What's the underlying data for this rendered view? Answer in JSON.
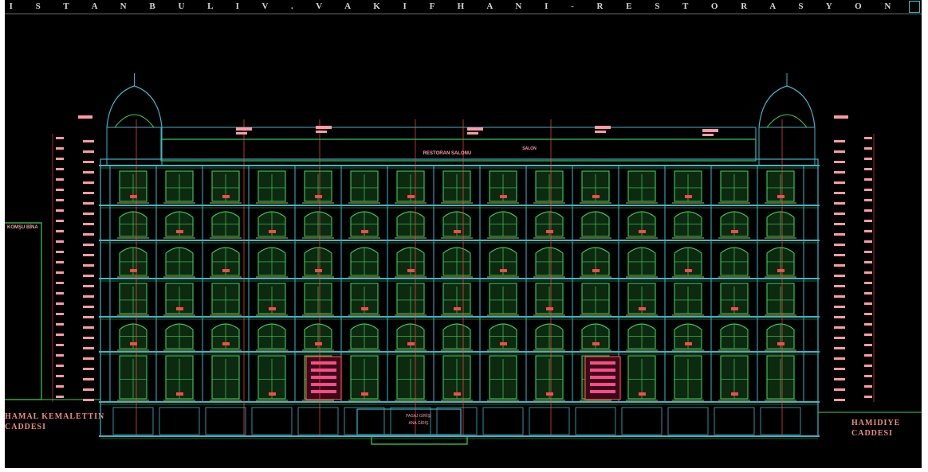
{
  "title": "I S T A N B U L   I V .   V A K I F   H A N I   -   R E S T O R A S Y O N",
  "top_label": "RESTORAN SALONU",
  "top_label_small": "SALON",
  "left_building_label": "KOMŞU BİNA",
  "street_left": [
    "HAMAL KEMALETTIN",
    "CADDESI"
  ],
  "street_right": [
    "HAMIDIYE",
    "CADDESI"
  ],
  "entrance_label": [
    "PASAJ GİRİŞİ",
    "ANA GİRİŞ"
  ],
  "colors": {
    "background": "#000000",
    "cyan": "#3fb6c8",
    "green": "#38d05a",
    "red": "#ff4848",
    "pink": "#ff9aa8",
    "yellow": "#c8b84a"
  }
}
